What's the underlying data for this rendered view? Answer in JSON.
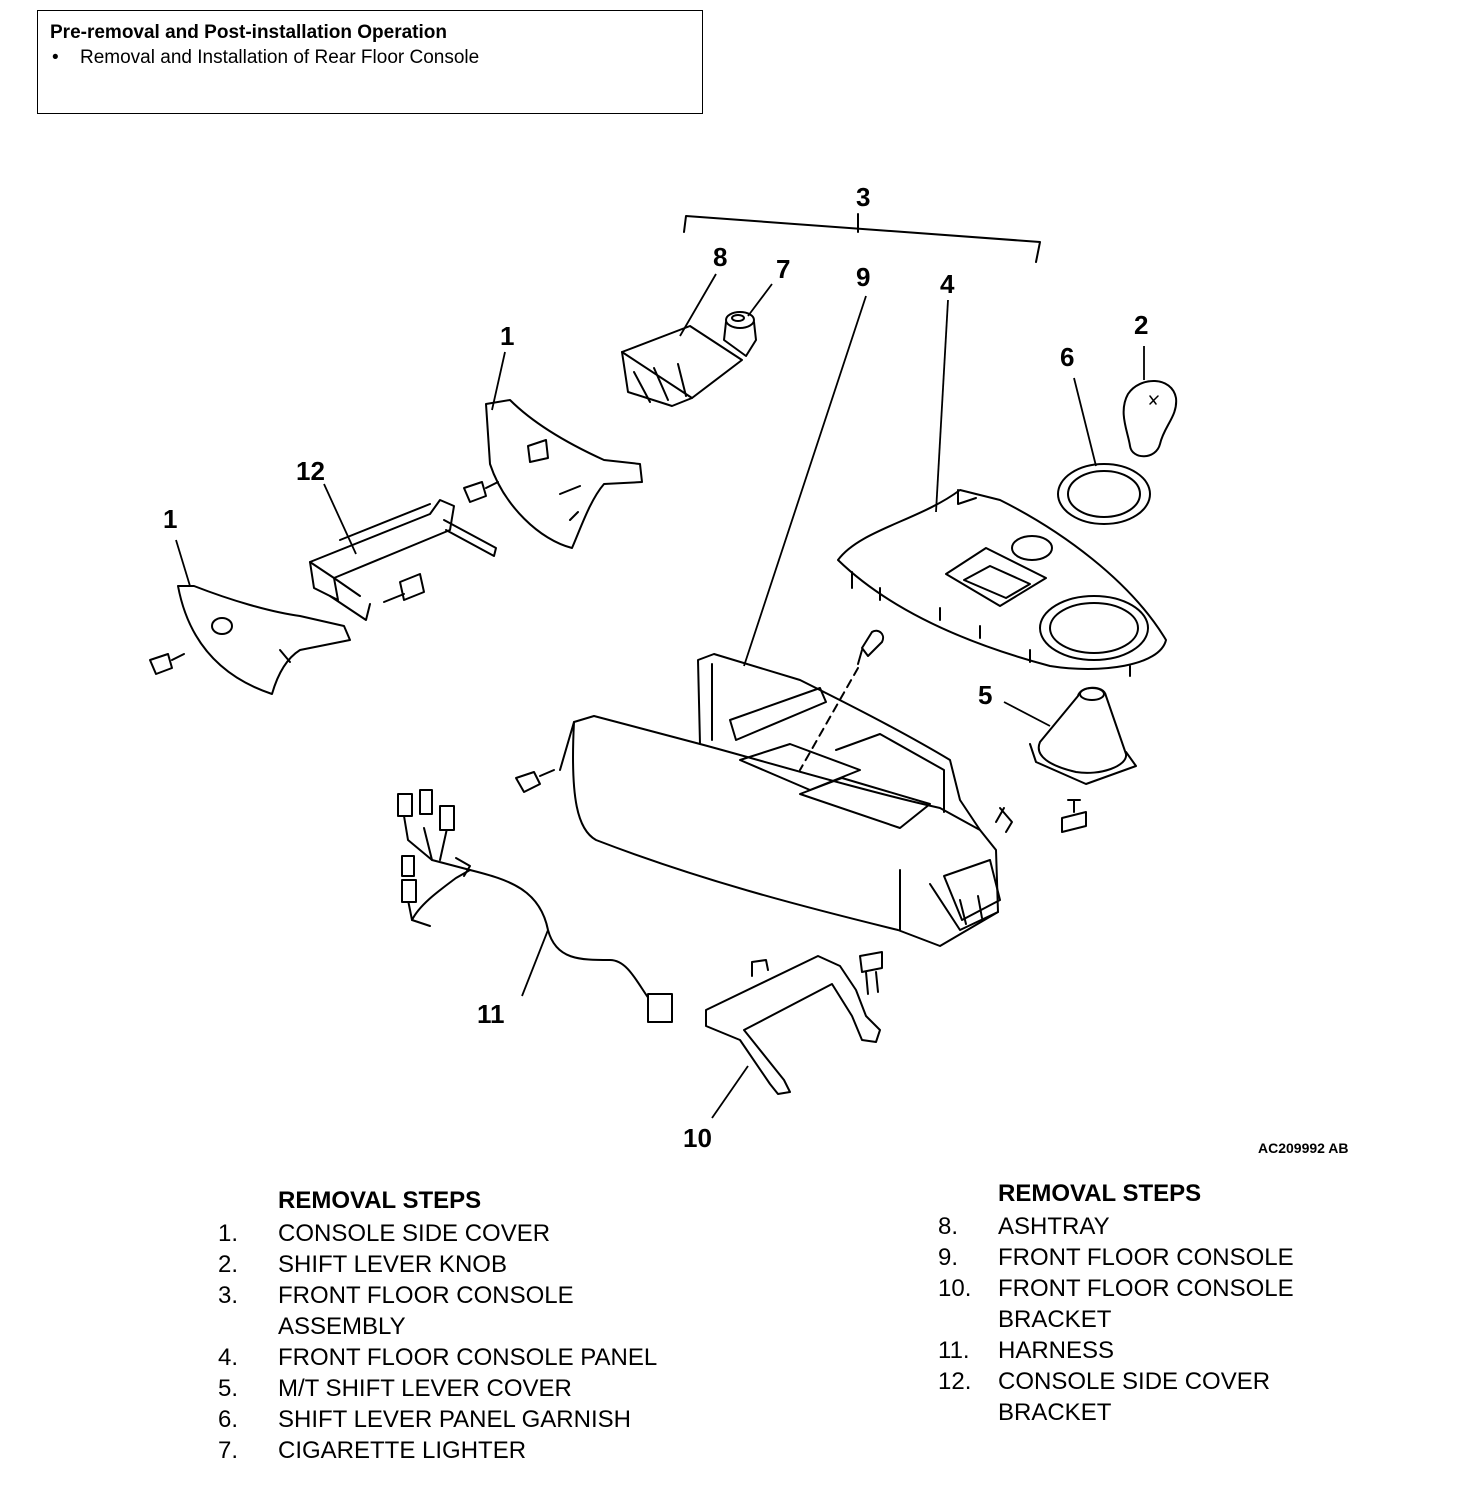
{
  "pre_operation": {
    "title": "Pre-removal and Post-installation Operation",
    "items": [
      "Removal and Installation of Rear Floor Console"
    ]
  },
  "callouts": {
    "c1a": "1",
    "c1b": "1",
    "c2": "2",
    "c3": "3",
    "c4": "4",
    "c5": "5",
    "c6": "6",
    "c7": "7",
    "c8": "8",
    "c9": "9",
    "c10": "10",
    "c11": "11",
    "c12": "12"
  },
  "figure_code": "AC209992 AB",
  "removal_left": {
    "heading": "REMOVAL STEPS",
    "steps": [
      {
        "num": "1.",
        "label": "CONSOLE SIDE COVER"
      },
      {
        "num": "2.",
        "label": "SHIFT LEVER KNOB"
      },
      {
        "num": "3.",
        "label": "FRONT FLOOR CONSOLE ASSEMBLY"
      },
      {
        "num": "4.",
        "label": "FRONT FLOOR CONSOLE PANEL"
      },
      {
        "num": "5.",
        "label": "M/T SHIFT LEVER COVER"
      },
      {
        "num": "6.",
        "label": "SHIFT LEVER PANEL GARNISH"
      },
      {
        "num": "7.",
        "label": "CIGARETTE LIGHTER"
      }
    ]
  },
  "removal_right": {
    "heading": "REMOVAL STEPS",
    "steps": [
      {
        "num": "8.",
        "label": "ASHTRAY"
      },
      {
        "num": "9.",
        "label": "FRONT FLOOR CONSOLE"
      },
      {
        "num": "10.",
        "label": "FRONT FLOOR CONSOLE BRACKET"
      },
      {
        "num": "11.",
        "label": "HARNESS"
      },
      {
        "num": "12.",
        "label": "CONSOLE SIDE COVER BRACKET"
      }
    ]
  }
}
